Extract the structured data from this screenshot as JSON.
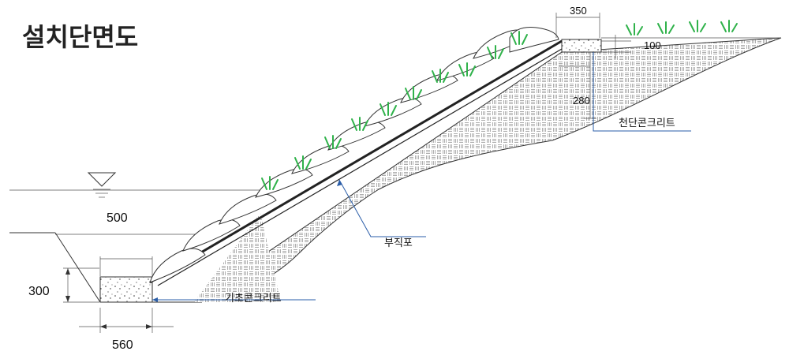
{
  "title": "설치단면도",
  "dimensions": {
    "crest_width": "350",
    "crest_depth": "100",
    "crest_height": "280",
    "water_level": "500",
    "foundation_height": "300",
    "foundation_width": "560"
  },
  "labels": {
    "crest_concrete": "천단콘크리트",
    "geotextile": "부직포",
    "foundation_concrete": "기초콘크리트"
  },
  "colors": {
    "grass": "#2fb24a",
    "leader": "#2a5da8",
    "outline": "#333333"
  }
}
